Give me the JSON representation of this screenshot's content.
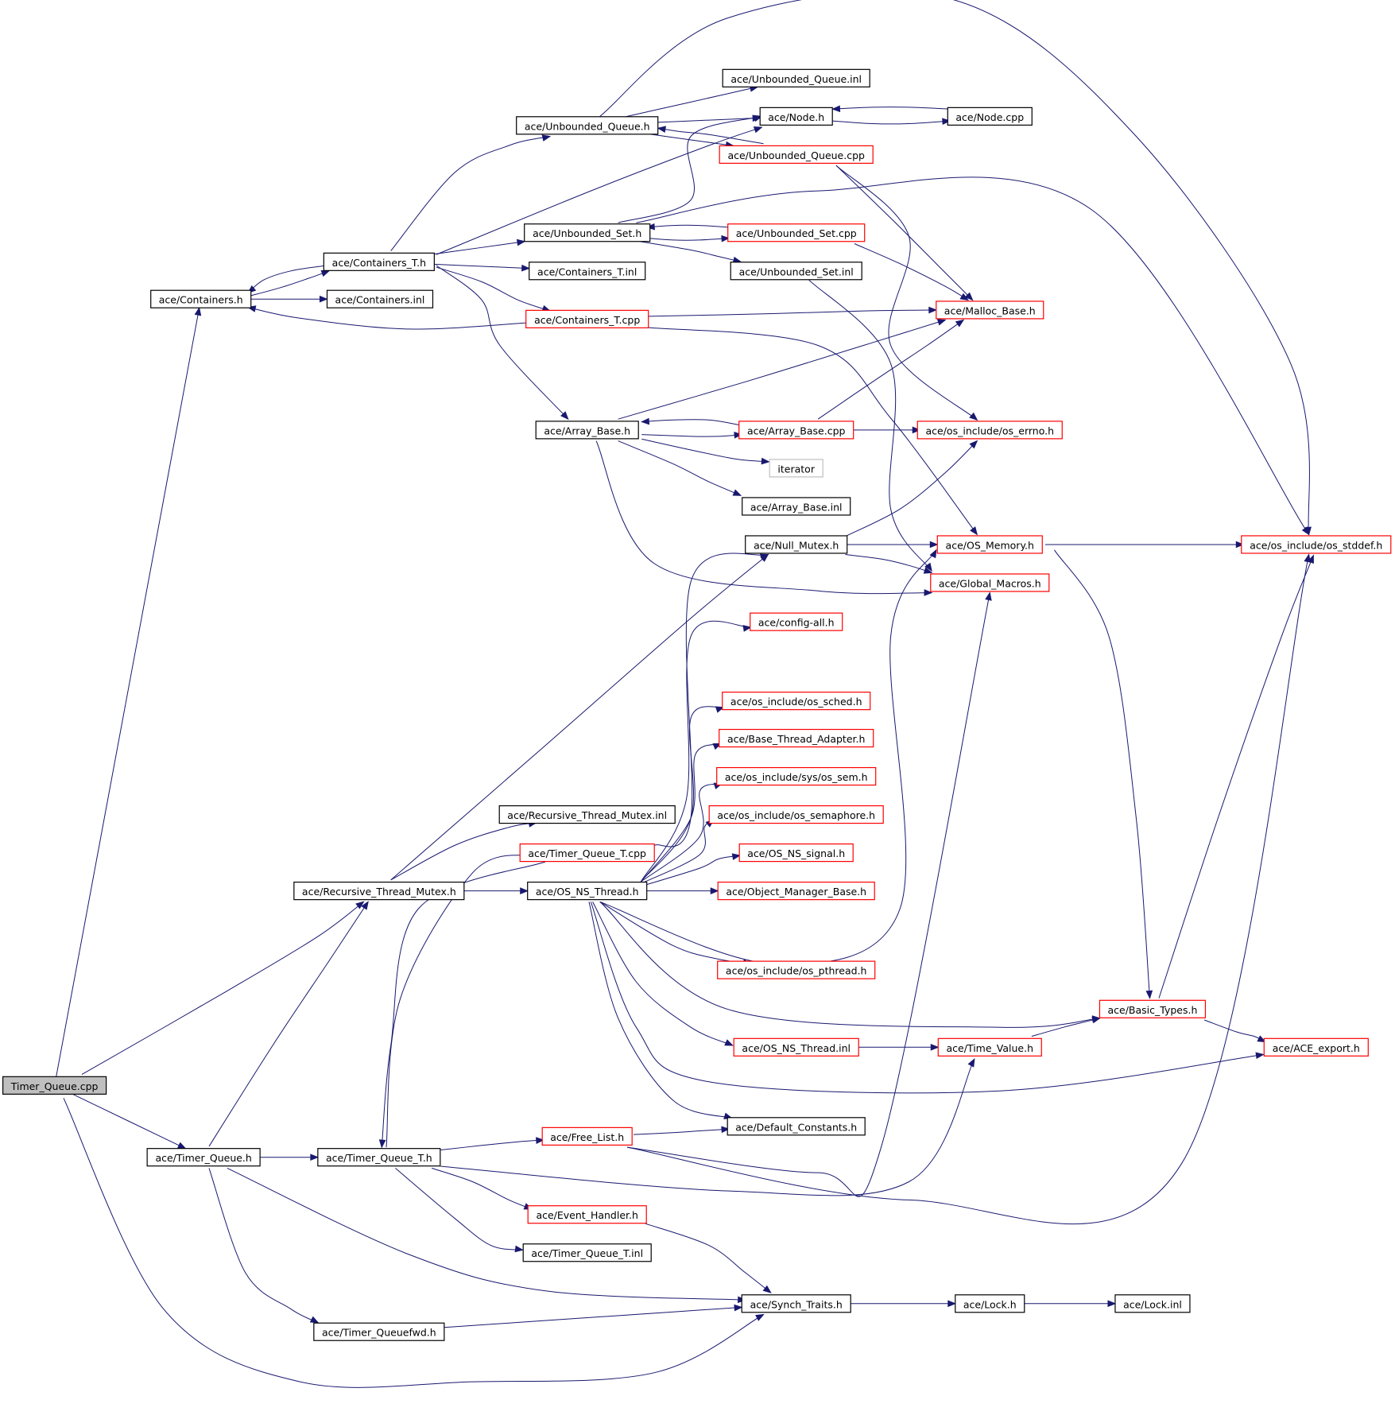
{
  "graph": {
    "kind": "include-dependency-graph",
    "colors": {
      "edge": "#191970",
      "documented_node_border": "#000000",
      "undocumented_node_border": "#ff0000",
      "external_node_border": "#bfbfbf",
      "root_node_fill": "#bfbfbf"
    },
    "nodes": [
      {
        "id": "timer_queue_cpp",
        "label": "Timer_Queue.cpp",
        "style": "root"
      },
      {
        "id": "containers_h",
        "label": "ace/Containers.h",
        "style": "black"
      },
      {
        "id": "containers_inl",
        "label": "ace/Containers.inl",
        "style": "black"
      },
      {
        "id": "containers_t_h",
        "label": "ace/Containers_T.h",
        "style": "black"
      },
      {
        "id": "containers_t_inl",
        "label": "ace/Containers_T.inl",
        "style": "black"
      },
      {
        "id": "containers_t_cpp",
        "label": "ace/Containers_T.cpp",
        "style": "red"
      },
      {
        "id": "unbounded_queue_h",
        "label": "ace/Unbounded_Queue.h",
        "style": "black"
      },
      {
        "id": "unbounded_queue_inl",
        "label": "ace/Unbounded_Queue.inl",
        "style": "black"
      },
      {
        "id": "unbounded_queue_cpp",
        "label": "ace/Unbounded_Queue.cpp",
        "style": "red"
      },
      {
        "id": "node_h",
        "label": "ace/Node.h",
        "style": "black"
      },
      {
        "id": "node_cpp",
        "label": "ace/Node.cpp",
        "style": "black"
      },
      {
        "id": "unbounded_set_h",
        "label": "ace/Unbounded_Set.h",
        "style": "black"
      },
      {
        "id": "unbounded_set_cpp",
        "label": "ace/Unbounded_Set.cpp",
        "style": "red"
      },
      {
        "id": "unbounded_set_inl",
        "label": "ace/Unbounded_Set.inl",
        "style": "black"
      },
      {
        "id": "malloc_base_h",
        "label": "ace/Malloc_Base.h",
        "style": "red"
      },
      {
        "id": "array_base_h",
        "label": "ace/Array_Base.h",
        "style": "black"
      },
      {
        "id": "array_base_cpp",
        "label": "ace/Array_Base.cpp",
        "style": "red"
      },
      {
        "id": "array_base_inl",
        "label": "ace/Array_Base.inl",
        "style": "black"
      },
      {
        "id": "iterator",
        "label": "iterator",
        "style": "grey"
      },
      {
        "id": "os_errno_h",
        "label": "ace/os_include/os_errno.h",
        "style": "red"
      },
      {
        "id": "null_mutex_h",
        "label": "ace/Null_Mutex.h",
        "style": "black"
      },
      {
        "id": "os_memory_h",
        "label": "ace/OS_Memory.h",
        "style": "red"
      },
      {
        "id": "os_stddef_h",
        "label": "ace/os_include/os_stddef.h",
        "style": "red"
      },
      {
        "id": "global_macros_h",
        "label": "ace/Global_Macros.h",
        "style": "red"
      },
      {
        "id": "config_all_h",
        "label": "ace/config-all.h",
        "style": "red"
      },
      {
        "id": "os_sched_h",
        "label": "ace/os_include/os_sched.h",
        "style": "red"
      },
      {
        "id": "base_thread_adapter_h",
        "label": "ace/Base_Thread_Adapter.h",
        "style": "red"
      },
      {
        "id": "os_sem_h",
        "label": "ace/os_include/sys/os_sem.h",
        "style": "red"
      },
      {
        "id": "os_semaphore_h",
        "label": "ace/os_include/os_semaphore.h",
        "style": "red"
      },
      {
        "id": "os_ns_signal_h",
        "label": "ace/OS_NS_signal.h",
        "style": "red"
      },
      {
        "id": "recursive_thread_mutex_inl",
        "label": "ace/Recursive_Thread_Mutex.inl",
        "style": "black"
      },
      {
        "id": "timer_queue_t_cpp",
        "label": "ace/Timer_Queue_T.cpp",
        "style": "red"
      },
      {
        "id": "recursive_thread_mutex_h",
        "label": "ace/Recursive_Thread_Mutex.h",
        "style": "black"
      },
      {
        "id": "os_ns_thread_h",
        "label": "ace/OS_NS_Thread.h",
        "style": "black"
      },
      {
        "id": "object_manager_base_h",
        "label": "ace/Object_Manager_Base.h",
        "style": "red"
      },
      {
        "id": "os_pthread_h",
        "label": "ace/os_include/os_pthread.h",
        "style": "red"
      },
      {
        "id": "basic_types_h",
        "label": "ace/Basic_Types.h",
        "style": "red"
      },
      {
        "id": "os_ns_thread_inl",
        "label": "ace/OS_NS_Thread.inl",
        "style": "red"
      },
      {
        "id": "time_value_h",
        "label": "ace/Time_Value.h",
        "style": "red"
      },
      {
        "id": "ace_export_h",
        "label": "ace/ACE_export.h",
        "style": "red"
      },
      {
        "id": "default_constants_h",
        "label": "ace/Default_Constants.h",
        "style": "black"
      },
      {
        "id": "timer_queue_h",
        "label": "ace/Timer_Queue.h",
        "style": "black"
      },
      {
        "id": "timer_queue_t_h",
        "label": "ace/Timer_Queue_T.h",
        "style": "black"
      },
      {
        "id": "free_list_h",
        "label": "ace/Free_List.h",
        "style": "red"
      },
      {
        "id": "event_handler_h",
        "label": "ace/Event_Handler.h",
        "style": "red"
      },
      {
        "id": "timer_queue_t_inl",
        "label": "ace/Timer_Queue_T.inl",
        "style": "black"
      },
      {
        "id": "synch_traits_h",
        "label": "ace/Synch_Traits.h",
        "style": "black"
      },
      {
        "id": "lock_h",
        "label": "ace/Lock.h",
        "style": "black"
      },
      {
        "id": "lock_inl",
        "label": "ace/Lock.inl",
        "style": "black"
      },
      {
        "id": "timer_queuefwd_h",
        "label": "ace/Timer_Queuefwd.h",
        "style": "black"
      }
    ],
    "edges": [
      {
        "from": "timer_queue_cpp",
        "to": "containers_h"
      },
      {
        "from": "timer_queue_cpp",
        "to": "recursive_thread_mutex_h"
      },
      {
        "from": "timer_queue_cpp",
        "to": "timer_queue_h"
      },
      {
        "from": "timer_queue_cpp",
        "to": "synch_traits_h"
      },
      {
        "from": "containers_h",
        "to": "containers_t_h"
      },
      {
        "from": "containers_h",
        "to": "containers_inl"
      },
      {
        "from": "containers_t_h",
        "to": "containers_h"
      },
      {
        "from": "containers_t_h",
        "to": "unbounded_queue_h"
      },
      {
        "from": "containers_t_h",
        "to": "node_h"
      },
      {
        "from": "containers_t_h",
        "to": "unbounded_set_h"
      },
      {
        "from": "containers_t_h",
        "to": "containers_t_inl"
      },
      {
        "from": "containers_t_h",
        "to": "containers_t_cpp"
      },
      {
        "from": "containers_t_h",
        "to": "array_base_h"
      },
      {
        "from": "containers_t_cpp",
        "to": "containers_h"
      },
      {
        "from": "containers_t_cpp",
        "to": "malloc_base_h"
      },
      {
        "from": "containers_t_cpp",
        "to": "os_memory_h"
      },
      {
        "from": "unbounded_queue_h",
        "to": "unbounded_queue_inl"
      },
      {
        "from": "unbounded_queue_h",
        "to": "node_h"
      },
      {
        "from": "unbounded_queue_h",
        "to": "unbounded_queue_cpp"
      },
      {
        "from": "unbounded_queue_h",
        "to": "os_stddef_h"
      },
      {
        "from": "unbounded_queue_cpp",
        "to": "unbounded_queue_h"
      },
      {
        "from": "unbounded_queue_cpp",
        "to": "malloc_base_h"
      },
      {
        "from": "unbounded_queue_cpp",
        "to": "os_errno_h"
      },
      {
        "from": "node_h",
        "to": "node_cpp"
      },
      {
        "from": "node_cpp",
        "to": "node_h"
      },
      {
        "from": "unbounded_set_h",
        "to": "node_h"
      },
      {
        "from": "unbounded_set_h",
        "to": "unbounded_set_cpp"
      },
      {
        "from": "unbounded_set_h",
        "to": "unbounded_set_inl"
      },
      {
        "from": "unbounded_set_h",
        "to": "os_stddef_h"
      },
      {
        "from": "unbounded_set_cpp",
        "to": "unbounded_set_h"
      },
      {
        "from": "unbounded_set_cpp",
        "to": "malloc_base_h"
      },
      {
        "from": "unbounded_set_inl",
        "to": "global_macros_h"
      },
      {
        "from": "array_base_h",
        "to": "malloc_base_h"
      },
      {
        "from": "array_base_h",
        "to": "array_base_cpp"
      },
      {
        "from": "array_base_h",
        "to": "iterator"
      },
      {
        "from": "array_base_h",
        "to": "array_base_inl"
      },
      {
        "from": "array_base_h",
        "to": "global_macros_h"
      },
      {
        "from": "array_base_cpp",
        "to": "array_base_h"
      },
      {
        "from": "array_base_cpp",
        "to": "malloc_base_h"
      },
      {
        "from": "array_base_cpp",
        "to": "os_errno_h"
      },
      {
        "from": "null_mutex_h",
        "to": "os_errno_h"
      },
      {
        "from": "null_mutex_h",
        "to": "os_memory_h"
      },
      {
        "from": "null_mutex_h",
        "to": "global_macros_h"
      },
      {
        "from": "os_memory_h",
        "to": "os_stddef_h"
      },
      {
        "from": "os_memory_h",
        "to": "basic_types_h"
      },
      {
        "from": "recursive_thread_mutex_h",
        "to": "null_mutex_h"
      },
      {
        "from": "recursive_thread_mutex_h",
        "to": "recursive_thread_mutex_inl"
      },
      {
        "from": "recursive_thread_mutex_h",
        "to": "os_ns_thread_h"
      },
      {
        "from": "timer_queue_t_cpp",
        "to": "null_mutex_h"
      },
      {
        "from": "os_ns_thread_h",
        "to": "config_all_h"
      },
      {
        "from": "os_ns_thread_h",
        "to": "os_sched_h"
      },
      {
        "from": "os_ns_thread_h",
        "to": "base_thread_adapter_h"
      },
      {
        "from": "os_ns_thread_h",
        "to": "os_sem_h"
      },
      {
        "from": "os_ns_thread_h",
        "to": "os_semaphore_h"
      },
      {
        "from": "os_ns_thread_h",
        "to": "os_ns_signal_h"
      },
      {
        "from": "os_ns_thread_h",
        "to": "object_manager_base_h"
      },
      {
        "from": "os_ns_thread_h",
        "to": "os_pthread_h"
      },
      {
        "from": "os_ns_thread_h",
        "to": "basic_types_h"
      },
      {
        "from": "os_ns_thread_h",
        "to": "os_ns_thread_inl"
      },
      {
        "from": "os_ns_thread_h",
        "to": "ace_export_h"
      },
      {
        "from": "os_ns_thread_h",
        "to": "default_constants_h"
      },
      {
        "from": "os_ns_thread_h",
        "to": "os_memory_h"
      },
      {
        "from": "os_ns_thread_inl",
        "to": "time_value_h"
      },
      {
        "from": "time_value_h",
        "to": "basic_types_h"
      },
      {
        "from": "basic_types_h",
        "to": "ace_export_h"
      },
      {
        "from": "basic_types_h",
        "to": "os_stddef_h"
      },
      {
        "from": "timer_queue_h",
        "to": "recursive_thread_mutex_h"
      },
      {
        "from": "timer_queue_h",
        "to": "timer_queue_t_h"
      },
      {
        "from": "timer_queue_h",
        "to": "synch_traits_h"
      },
      {
        "from": "timer_queue_h",
        "to": "timer_queuefwd_h"
      },
      {
        "from": "timer_queue_t_h",
        "to": "free_list_h"
      },
      {
        "from": "timer_queue_t_h",
        "to": "event_handler_h"
      },
      {
        "from": "timer_queue_t_h",
        "to": "timer_queue_t_inl"
      },
      {
        "from": "timer_queue_t_h",
        "to": "timer_queue_t_cpp"
      },
      {
        "from": "timer_queue_t_h",
        "to": "time_value_h"
      },
      {
        "from": "timer_queue_t_cpp",
        "to": "timer_queue_t_h"
      },
      {
        "from": "free_list_h",
        "to": "default_constants_h"
      },
      {
        "from": "free_list_h",
        "to": "global_macros_h"
      },
      {
        "from": "free_list_h",
        "to": "os_stddef_h"
      },
      {
        "from": "event_handler_h",
        "to": "synch_traits_h"
      },
      {
        "from": "synch_traits_h",
        "to": "lock_h"
      },
      {
        "from": "lock_h",
        "to": "lock_inl"
      },
      {
        "from": "timer_queuefwd_h",
        "to": "synch_traits_h"
      }
    ]
  }
}
